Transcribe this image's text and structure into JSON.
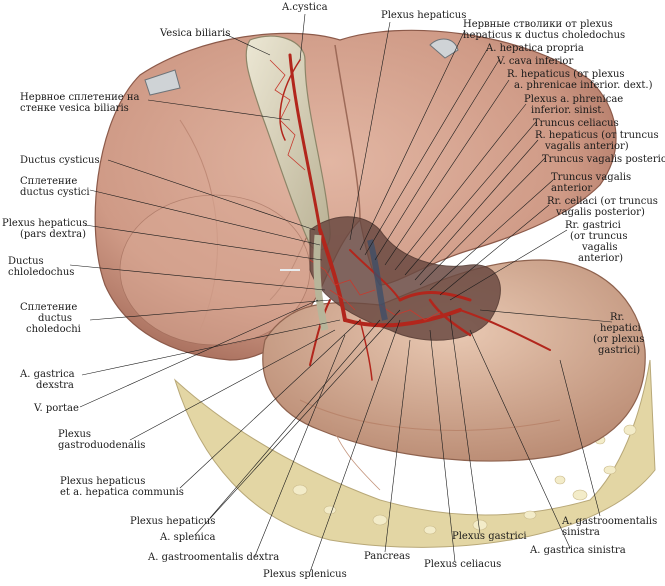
{
  "labels": {
    "a_cystica": "A.cystica",
    "vesica_biliaris": "Vesica biliaris",
    "plexus_vesica_1": "Нервное сплетение на",
    "plexus_vesica_2": "стенке vesica biliaris",
    "ductus_cysticus": "Ductus cysticus",
    "pl_ductus_cystici_1": "Сплетение",
    "pl_ductus_cystici_2": "ductus cystici",
    "pl_hepaticus_dextra_1": "Plexus hepaticus",
    "pl_hepaticus_dextra_2": "(pars dextra)",
    "ductus_choledochus_1": "Ductus",
    "ductus_choledochus_2": "chloledochus",
    "pl_choledochi_1": "Сплетение",
    "pl_choledochi_2": "ductus",
    "pl_choledochi_3": "choledochi",
    "a_gastrica_dextra_1": "A. gastrica",
    "a_gastrica_dextra_2": "dexstra",
    "v_portae": "V. portae",
    "pl_gastroduodenalis_1": "Plexus",
    "pl_gastroduodenalis_2": "gastroduodenalis",
    "pl_hep_comm_1": "Plexus hepaticus",
    "pl_hep_comm_2": "et a. hepatica communis",
    "pl_hepaticus_bottom": "Plexus hepaticus",
    "a_splenica": "A. splenica",
    "a_gastroomentalis_dextra": "A. gastroomentalis dextra",
    "pl_splenicus": "Plexus splenicus",
    "pancreas": "Pancreas",
    "pl_coeliacus_bottom": "Plexus celiacus",
    "pl_gastrici_bottom": "Plexus gastrici",
    "a_gastrica_sinistra": "A. gastrica sinistra",
    "a_gastroomentalis_sin_1": "A. gastroomentalis",
    "a_gastroomentalis_sin_2": "sinistra",
    "pl_hepaticus_top": "Plexus hepaticus",
    "nervnye_1": "Нервные стволики от plexus",
    "nervnye_2": "hepaticus к ductus choledochus",
    "a_hepatica_propria": "A. hepatica propria",
    "v_cava_inferior": "V. cava inferior",
    "r_hepaticus_phren_1": "R. hepaticus (от plexus",
    "r_hepaticus_phren_2": "a. phrenicae inferior. dext.)",
    "pl_phrenicae_1": "Plexus a. phrenicae",
    "pl_phrenicae_2": "inferior. sinist.",
    "truncus_celiacus": "Truncus celiacus",
    "r_hepaticus_vagal_1": "R. hepaticus (от truncus",
    "r_hepaticus_vagal_2": "vagalis anterior)",
    "truncus_vagalis_post": "Truncus vagalis posterior",
    "truncus_vagalis_ant_1": "Truncus vagalis",
    "truncus_vagalis_ant_2": "anterior",
    "rr_celiaci_1": "Rr. celiaci (от truncus",
    "rr_celiaci_2": "vagalis posterior)",
    "rr_gastrici_1": "Rr. gastrici",
    "rr_gastrici_2": "(от truncus",
    "rr_gastrici_3": "vagalis",
    "rr_gastrici_4": "anterior)",
    "rr_hepatici_1": "Rr.",
    "rr_hepatici_2": "hepatici",
    "rr_hepatici_3": "(от plexus",
    "rr_hepatici_4": "gastrici)"
  },
  "colors": {
    "liver": "#cf9a86",
    "liver_dark": "#a9705e",
    "stomach": "#d6ad94",
    "gallbladder": "#d8d2bd",
    "vessel": "#b2261c",
    "fat": "#e3d6a4",
    "leader": "#1a1a1a"
  }
}
